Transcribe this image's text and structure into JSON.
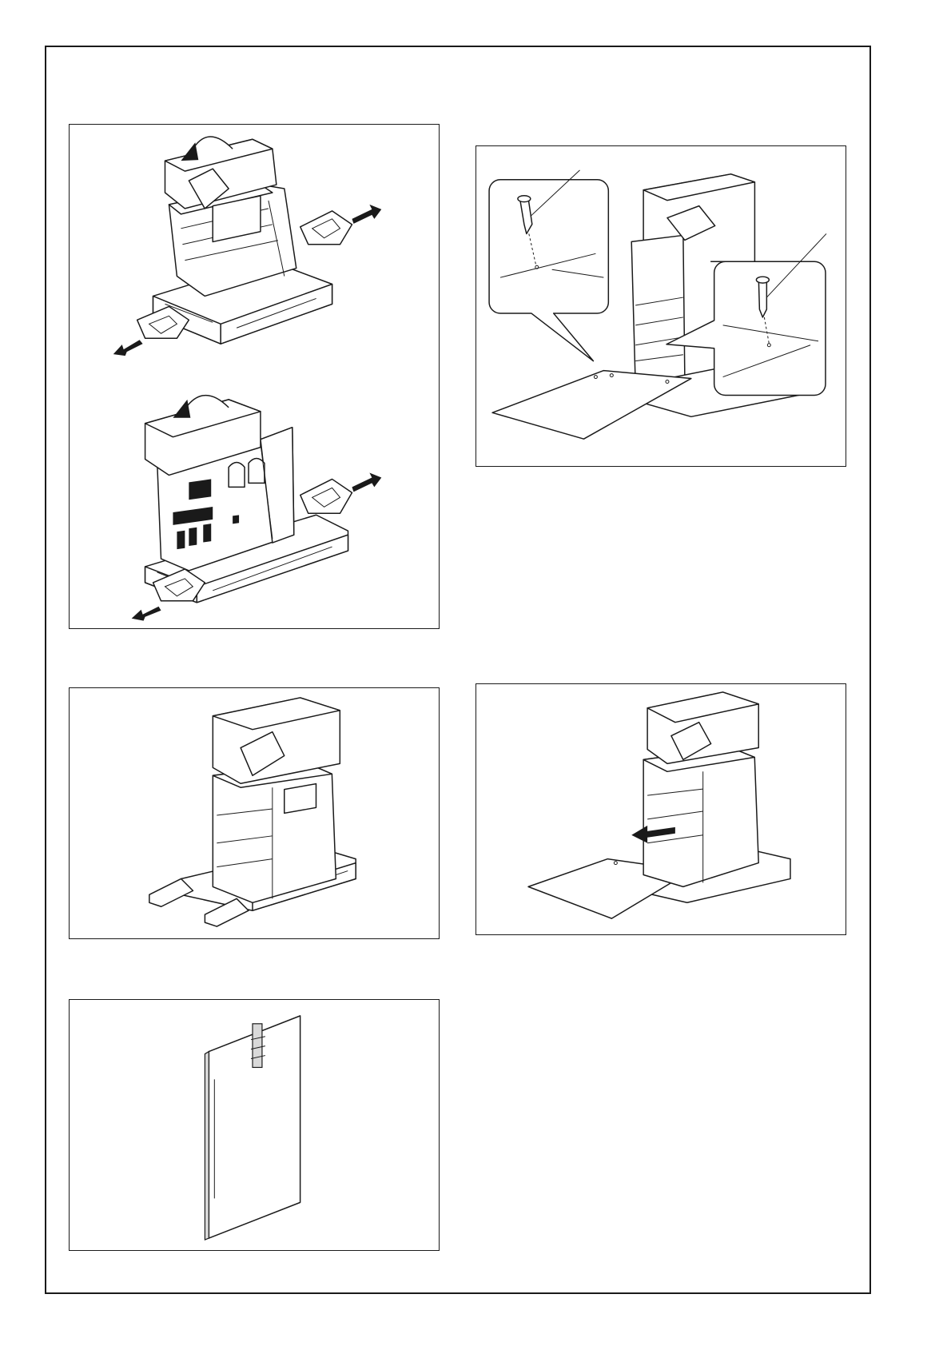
{
  "page": {
    "figures": [
      {
        "id": "fig-a",
        "subject": "remove-side-packing-top"
      },
      {
        "id": "fig-b",
        "subject": "ramp-nailing-detail"
      },
      {
        "id": "fig-c",
        "subject": "machine-on-pallet"
      },
      {
        "id": "fig-d",
        "subject": "pull-machine-down-ramp"
      },
      {
        "id": "fig-e",
        "subject": "ramp-board-taped"
      }
    ],
    "colors": {
      "line": "#1a1a1a",
      "background": "#ffffff",
      "fill_dark": "#1a1a1a"
    }
  }
}
